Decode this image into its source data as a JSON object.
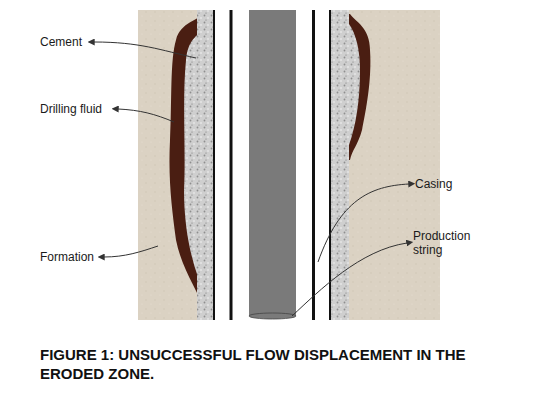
{
  "diagram": {
    "caption": "FIGURE 1: UNSUCCESSFUL FLOW DISPLACEMENT IN THE ERODED ZONE.",
    "labels": [
      "Cement",
      "Drilling fluid",
      "Formation",
      "Casing",
      "Production string"
    ]
  }
}
